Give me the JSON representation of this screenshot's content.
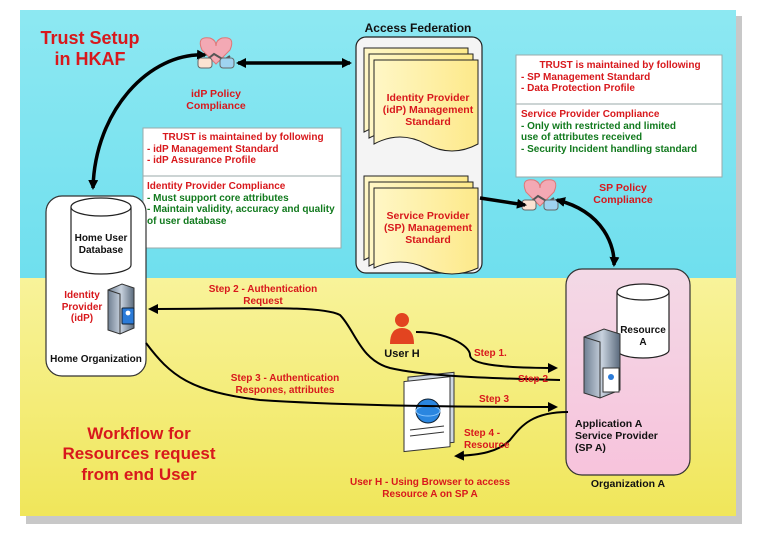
{
  "title": {
    "line1": "Trust Setup",
    "line2": "in HKAF"
  },
  "federation": {
    "label": "Access Federation",
    "idp_doc": {
      "line1": "Identity Provider",
      "line2": "(idP) Management",
      "line3": "Standard"
    },
    "sp_doc": {
      "line1": "Service Provider",
      "line2": "(SP) Management",
      "line3": "Standard"
    }
  },
  "idp_policy": {
    "line1": "idP Policy",
    "line2": "Compliance"
  },
  "sp_policy": {
    "line1": "SP Policy",
    "line2": "Compliance"
  },
  "idp_trust_box": {
    "header": "TRUST is maintained by following",
    "items": [
      "- idP Management Standard",
      "- idP Assurance Profile"
    ],
    "compliance_title": "Identity Provider Compliance",
    "compliance_items": [
      "- Must support core attributes",
      "- Maintain validity, accuracy and quality",
      "of user database"
    ]
  },
  "sp_trust_box": {
    "header": "TRUST is maintained by following",
    "items": [
      "- SP Management Standard",
      "- Data Protection Profile"
    ],
    "compliance_title": "Service Provider Compliance",
    "compliance_items": [
      "- Only with restricted and limited",
      "use of attributes received",
      "- Security Incident handling standard"
    ]
  },
  "home_org": {
    "db": {
      "line1": "Home User",
      "line2": "Database"
    },
    "idp": {
      "line1": "Identity",
      "line2": "Provider",
      "line3": "(idP)"
    },
    "label": "Home Organization"
  },
  "org_a": {
    "resource": {
      "line1": "Resource",
      "line2": "A"
    },
    "app": {
      "line1": "Application A",
      "line2": "Service Provider",
      "line3": "(SP A)"
    },
    "label": "Organization A"
  },
  "user": {
    "label": "User H"
  },
  "steps": {
    "step1": "Step 1.",
    "step2": "Step 2",
    "step2_auth": {
      "line1": "Step 2 - Authentication",
      "line2": "Request"
    },
    "step3": "Step 3",
    "step3_auth": {
      "line1": "Step 3 - Authentication",
      "line2": "Respones, attributes"
    },
    "step4": {
      "line1": "Step 4 -",
      "line2": "Resource"
    }
  },
  "browser_caption": {
    "line1": "User H - Using Browser to access",
    "line2": "Resource A on SP A"
  },
  "workflow": {
    "line1": "Workflow for",
    "line2": "Resources request",
    "line3": "from end User"
  },
  "colors": {
    "top_bg": "#7fe3f0",
    "bottom_bg": "#f6f07e",
    "red_text": "#d8181c",
    "green_text": "#127a1e",
    "org_a_bg": "#f6cde2"
  }
}
